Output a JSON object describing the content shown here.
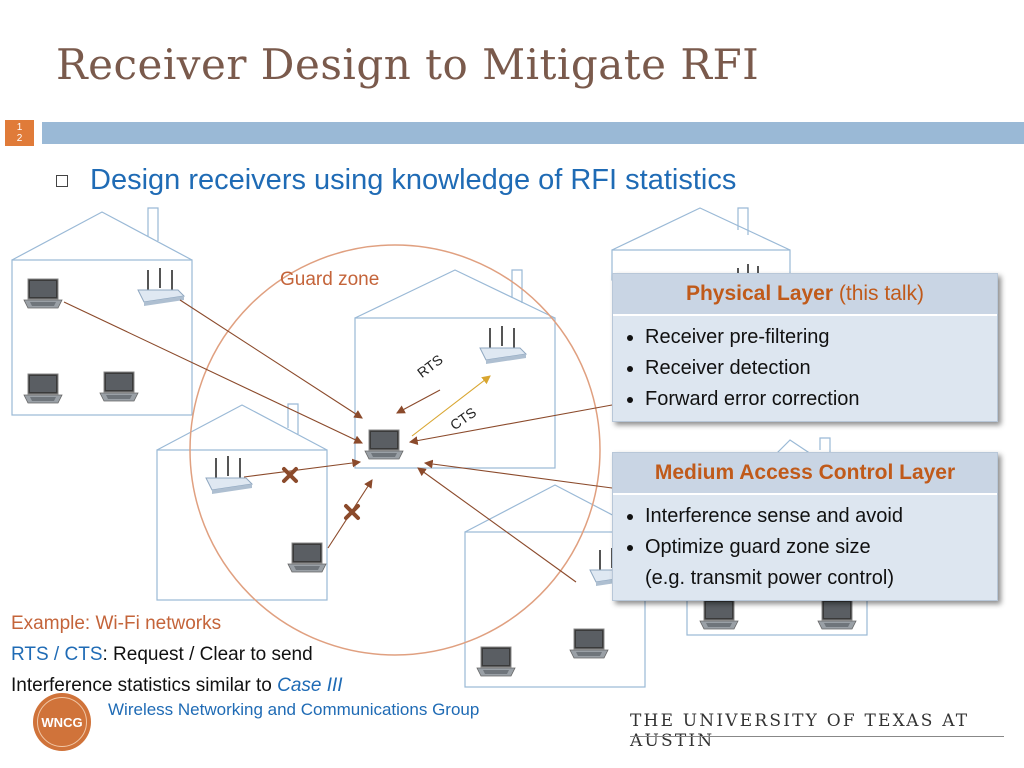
{
  "slide": {
    "title": "Receiver Design to Mitigate RFI",
    "number": "1\n2",
    "bullet": "Design receivers using knowledge of RFI statistics"
  },
  "diagram": {
    "guard_zone_label": "Guard zone",
    "rts_label": "RTS",
    "cts_label": "CTS"
  },
  "physical_card": {
    "title_bold": "Physical Layer",
    "title_rest": " (this talk)",
    "items": [
      "Receiver pre-filtering",
      "Receiver detection",
      "Forward error correction"
    ]
  },
  "mac_card": {
    "title": "Medium Access Control Layer",
    "items": [
      "Interference sense and avoid",
      "Optimize guard zone size"
    ],
    "continuation": "(e.g. transmit power control)"
  },
  "example": {
    "line1": "Example: Wi-Fi networks",
    "rts_cts": "RTS / CTS",
    "rts_cts_def": ": Request / Clear to send",
    "line3_text": "Interference statistics similar to ",
    "line3_case": "Case III"
  },
  "footer": {
    "logo_text": "WNCG",
    "group": "Wireless Networking and Communications Group",
    "university": "THE UNIVERSITY OF TEXAS AT AUSTIN"
  },
  "colors": {
    "title": "#7a5a4c",
    "accent_orange": "#e07b39",
    "bar_blue": "#9ab9d6",
    "text_blue": "#1f6bb5",
    "guard_zone": "#e0a080",
    "arrow_brown": "#8b4a2b"
  },
  "icons": [
    "laptop-icon",
    "router-icon",
    "blocked-x-icon"
  ]
}
